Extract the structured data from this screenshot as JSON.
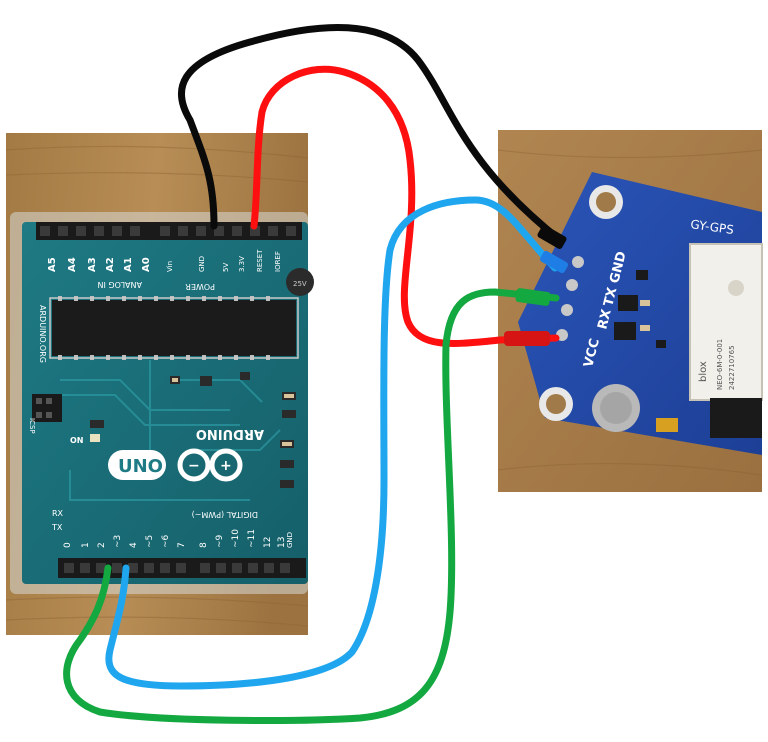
{
  "arduino": {
    "analog_pins": [
      "A5",
      "A4",
      "A3",
      "A2",
      "A1",
      "A0"
    ],
    "analog_label": "ANALOG IN",
    "vin": "Vin",
    "power_label": "POWER",
    "power_pins": [
      "GND",
      "5V",
      "3.3V",
      "RESET",
      "IOREF"
    ],
    "brand": "ARDUINO",
    "board_model": "UNO",
    "on_label": "ON",
    "icsp_label": "ICSP",
    "vertical_label": "ARDUINO.ORG",
    "digital_label": "DIGITAL (PWM~)",
    "rx_label": "RX",
    "tx_label": "TX",
    "digital_pins": [
      "0",
      "1",
      "2",
      "~3",
      "4",
      "~5",
      "~6",
      "7",
      "8",
      "~9",
      "~10",
      "~11",
      "12",
      "13"
    ],
    "gnd_label": "GND",
    "cap_label": "25V"
  },
  "gps": {
    "module_name": "GY-GPS",
    "pin_labels": [
      "VCC",
      "RX",
      "TX",
      "GND"
    ],
    "chip_brand": "blox",
    "chip_model": "NEO-6M-0-001",
    "chip_code": "2422710765"
  },
  "wires": [
    {
      "color_name": "black",
      "hex": "#0a0a0a"
    },
    {
      "color_name": "red",
      "hex": "#ff1010"
    },
    {
      "color_name": "blue",
      "hex": "#1fa6ee"
    },
    {
      "color_name": "green",
      "hex": "#13a840"
    }
  ]
}
